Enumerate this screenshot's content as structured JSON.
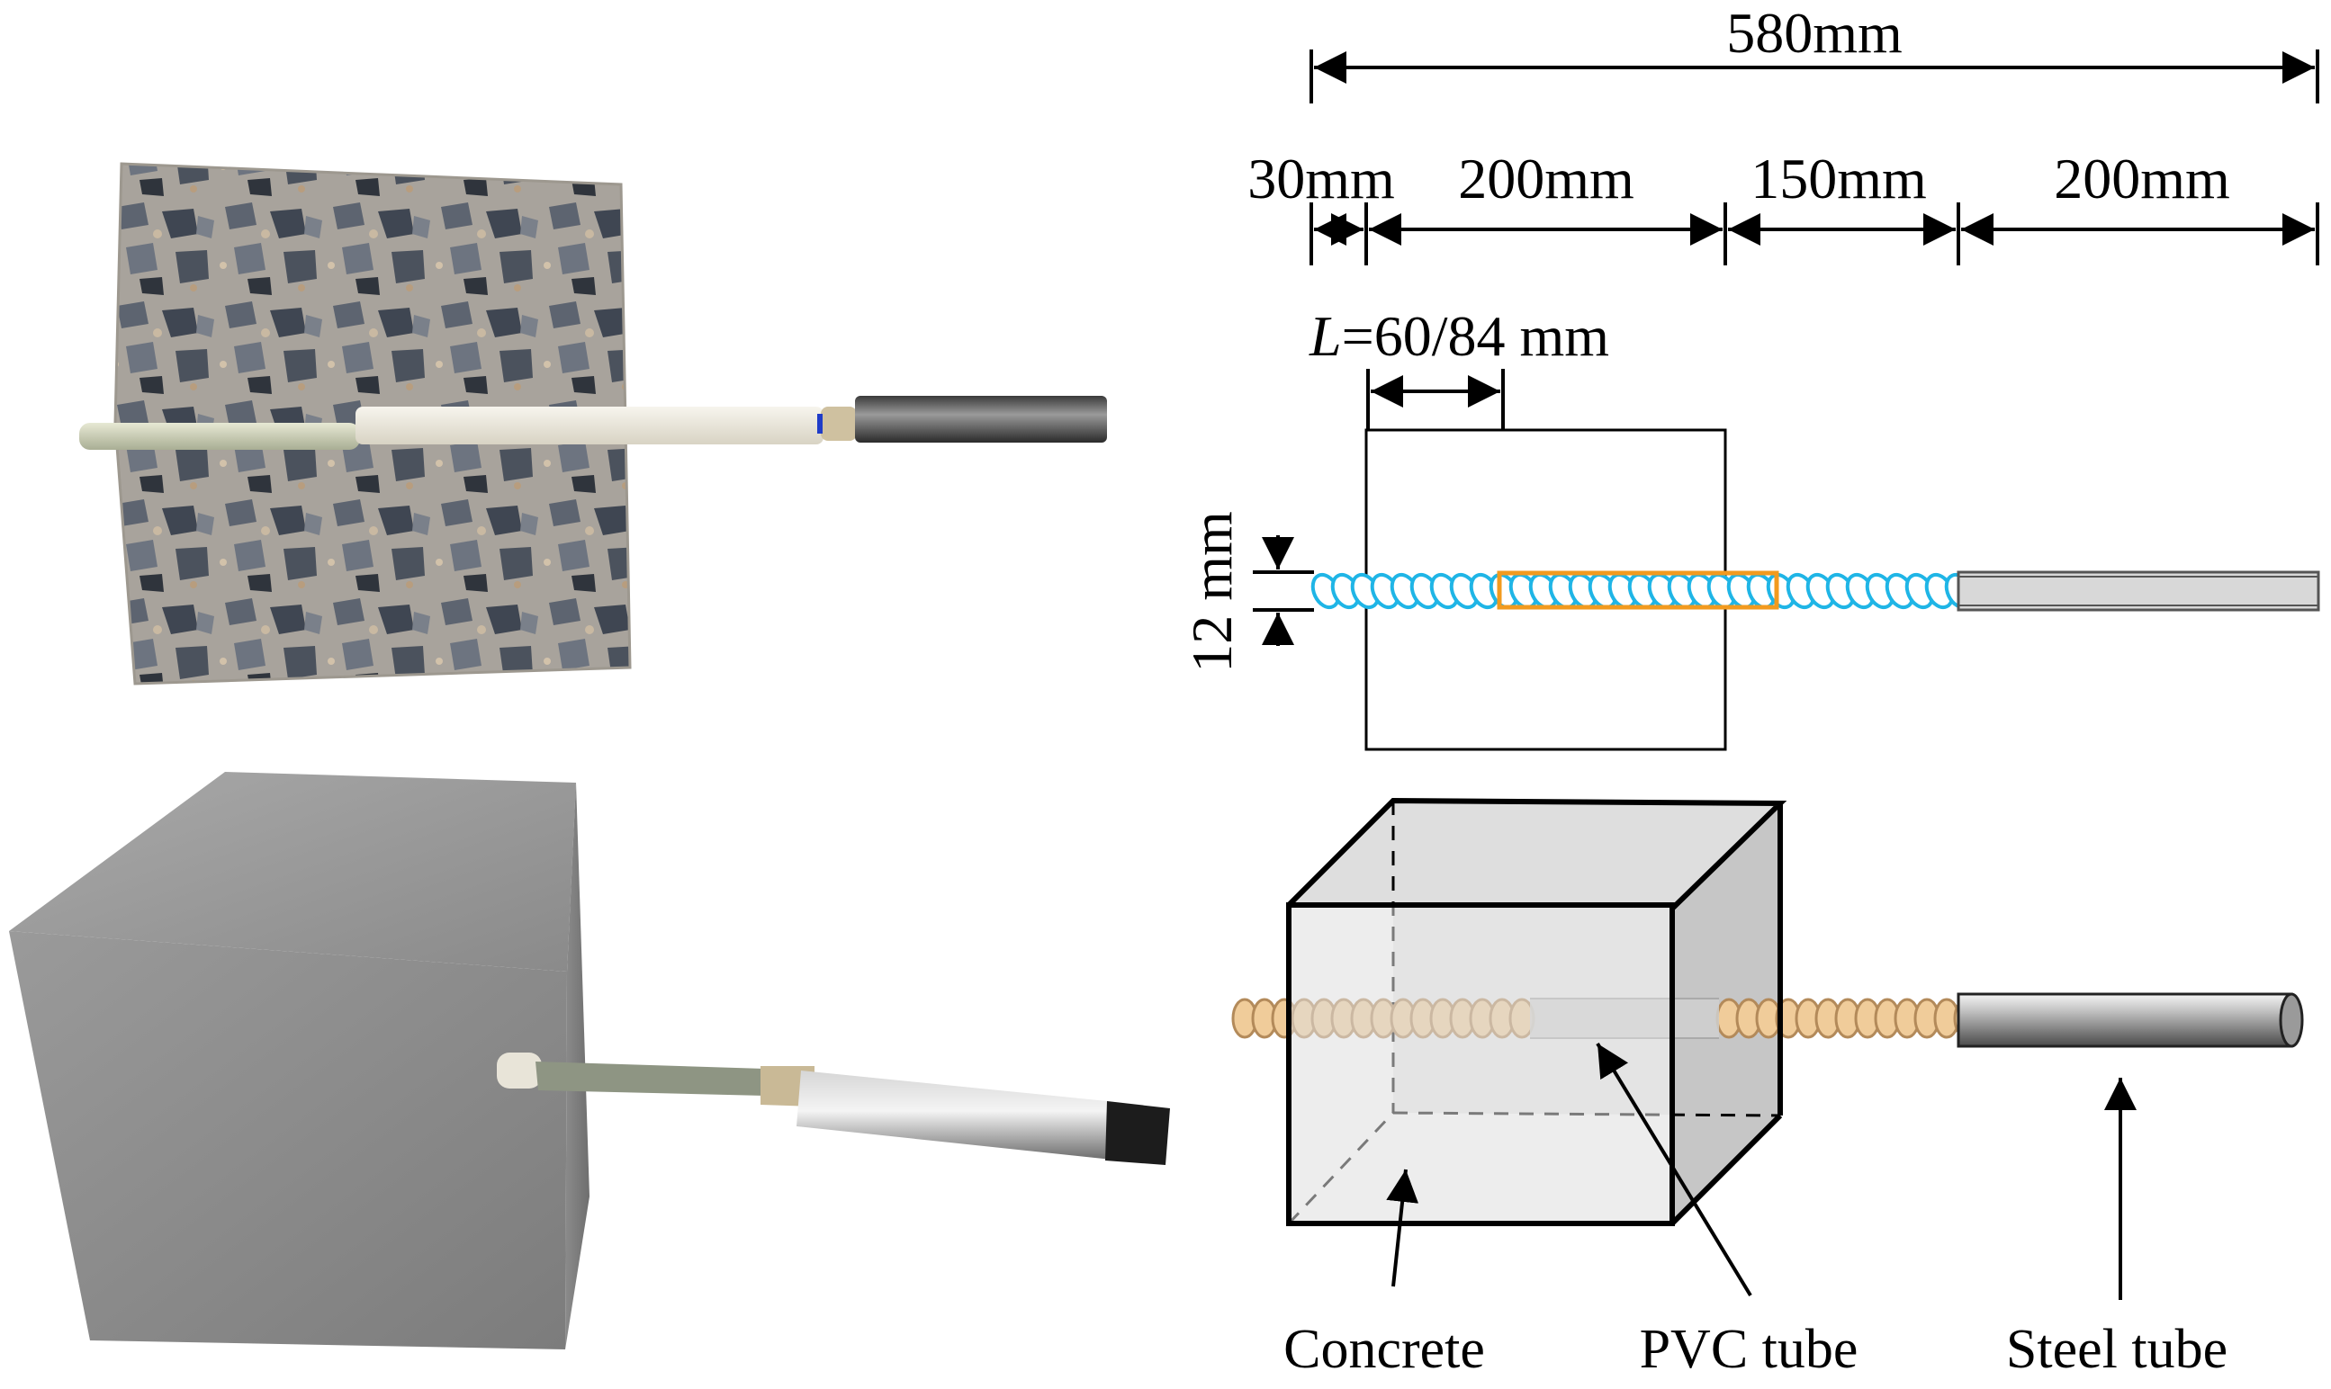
{
  "dimensions": {
    "total": "580mm",
    "seg_1": "30mm",
    "seg_2": "200mm",
    "seg_3": "150mm",
    "seg_4": "200mm",
    "bond_symbol": "L",
    "bond_value": "=60/84 mm",
    "bar_diameter": "12 mm"
  },
  "labels": {
    "concrete": "Concrete",
    "pvc_tube": "PVC tube",
    "steel_tube": "Steel tube"
  },
  "colors": {
    "rebar_outline": "#1fb5e6",
    "bond_zone_outline": "#f29a1e",
    "gfrp_bar": "#f0cc9a",
    "concrete_fill": "#e6e6e6",
    "steel_tube": "#8c8c8c",
    "aggregate_face": "#9a9590",
    "concrete_cube": "#8e8e8e"
  },
  "photos": {
    "top": "cross-section of concrete specimen with embedded bar",
    "bottom": "concrete cube specimen with protruding GFRP bar and steel tube"
  }
}
